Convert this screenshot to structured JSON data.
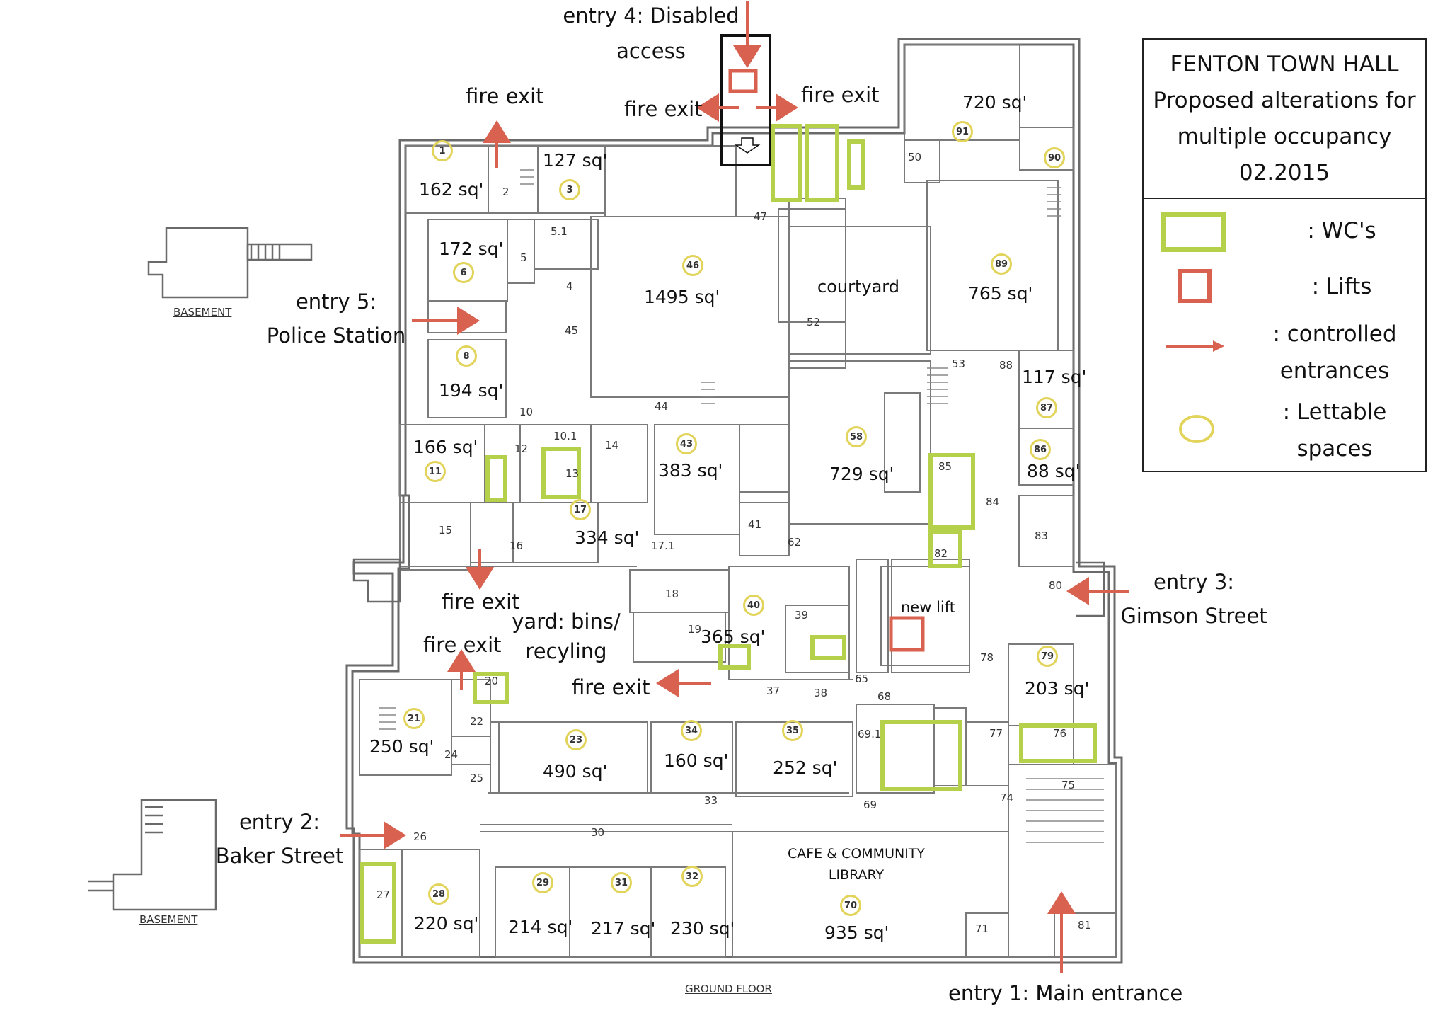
{
  "legend": {
    "title_lines": [
      "FENTON TOWN HALL",
      "Proposed alterations for",
      "multiple occupancy",
      "02.2015"
    ],
    "items": [
      {
        "label": ": WC's",
        "color": "#b5d14c"
      },
      {
        "label": ": Lifts",
        "color": "#d9614f"
      },
      {
        "label_lines": [
          ": controlled",
          "entrances"
        ],
        "color": "#d9614f"
      },
      {
        "label_lines": [
          ": Lettable",
          "spaces"
        ],
        "color": "#e2d45a"
      }
    ]
  },
  "annotations": {
    "entry4_line1": "entry 4: Disabled",
    "entry4_line2": "access",
    "fire_exit": "fire exit",
    "entry5_line1": "entry 5:",
    "entry5_line2": "Police Station",
    "entry3_line1": "entry 3:",
    "entry3_line2": "Gimson Street",
    "entry2_line1": "entry 2:",
    "entry2_line2": "Baker Street",
    "entry1": "entry 1: Main entrance",
    "yard_line1": "yard: bins/",
    "yard_line2": "recyling",
    "courtyard": "courtyard",
    "new_lift": "new lift",
    "cafe_line1": "CAFE & COMMUNITY",
    "cafe_line2": "LIBRARY",
    "basement": "BASEMENT",
    "ground_floor": "GROUND FLOOR"
  },
  "spaces": [
    {
      "num": "1",
      "area": "162 sq'"
    },
    {
      "num": "3",
      "area": "127 sq'"
    },
    {
      "num": "6",
      "area": "172 sq'"
    },
    {
      "num": "46",
      "area": "1495 sq'"
    },
    {
      "num": "89",
      "area": "765 sq'"
    },
    {
      "num": "91",
      "area": "720 sq'"
    },
    {
      "num": "90",
      "area": ""
    },
    {
      "num": "8",
      "area": "194 sq'"
    },
    {
      "num": "87",
      "area": "117 sq'"
    },
    {
      "num": "11",
      "area": "166 sq'"
    },
    {
      "num": "43",
      "area": "383 sq'"
    },
    {
      "num": "58",
      "area": "729 sq'"
    },
    {
      "num": "86",
      "area": "88 sq'"
    },
    {
      "num": "17",
      "area": "334 sq'"
    },
    {
      "num": "40",
      "area": "365 sq'"
    },
    {
      "num": "79",
      "area": "203 sq'"
    },
    {
      "num": "21",
      "area": "250 sq'"
    },
    {
      "num": "23",
      "area": "490 sq'"
    },
    {
      "num": "34",
      "area": "160 sq'"
    },
    {
      "num": "35",
      "area": "252 sq'"
    },
    {
      "num": "28",
      "area": "220 sq'"
    },
    {
      "num": "29",
      "area": "214 sq'"
    },
    {
      "num": "31",
      "area": "217 sq'"
    },
    {
      "num": "32",
      "area": "230 sq'"
    },
    {
      "num": "70",
      "area": "935 sq'"
    }
  ],
  "room_numbers": [
    "2",
    "4",
    "5",
    "5.1",
    "10",
    "10.1",
    "12",
    "13",
    "14",
    "15",
    "16",
    "17.1",
    "18",
    "19",
    "20",
    "22",
    "24",
    "25",
    "26",
    "27",
    "30",
    "33",
    "37",
    "38",
    "39",
    "41",
    "44",
    "45",
    "47",
    "50",
    "52",
    "53",
    "62",
    "65",
    "68",
    "69",
    "69.1",
    "71",
    "74",
    "75",
    "76",
    "77",
    "78",
    "80",
    "81",
    "82",
    "83",
    "84",
    "85",
    "88"
  ],
  "colors": {
    "wc": "#b5d14c",
    "lift": "#d9614f",
    "arrow": "#d9614f",
    "lettable": "#e2d45a",
    "wall": "#6a6a6a"
  }
}
